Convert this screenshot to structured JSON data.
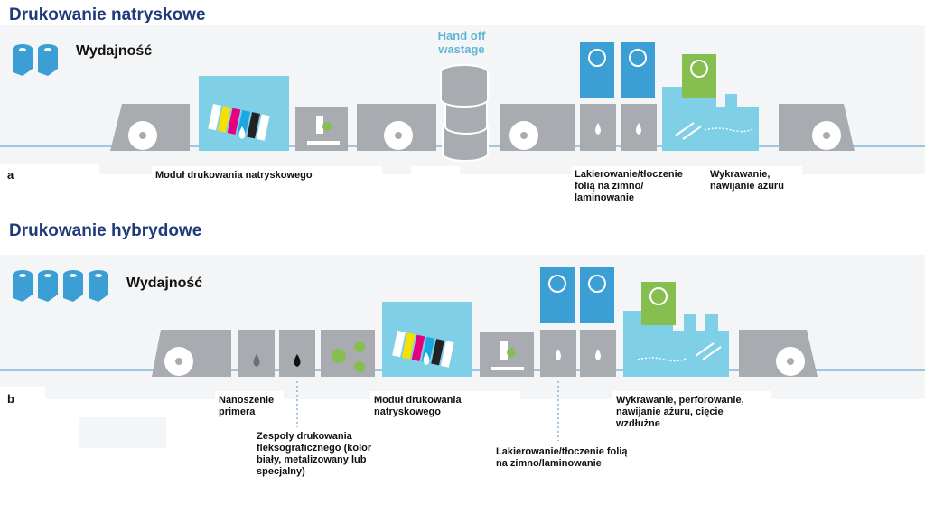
{
  "section_a": {
    "title": "Drukowanie natryskowe",
    "performance_label": "Wydajność",
    "letter": "a",
    "hand_off_line1": "Hand off",
    "hand_off_line2": "wastage",
    "labels": {
      "inkjet_module": "Moduł drukowania natryskowego",
      "varnish": "Lakierowanie/tłoczenie folią na zimno/ laminowanie",
      "diecut": "Wykrawanie, nawijanie ażuru"
    }
  },
  "section_b": {
    "title": "Drukowanie hybrydowe",
    "performance_label": "Wydajność",
    "letter": "b",
    "labels": {
      "primer": "Nanoszenie primera",
      "flexo": "Zespoły drukowania fleksograficznego (kolor biały, metalizowany lub specjalny)",
      "inkjet_module": "Moduł drukowania natryskowego",
      "varnish": "Lakierowanie/tłoczenie folią na zimno/laminowanie",
      "diecut": "Wykrawanie, perforowanie, nawijanie ażuru, cięcie wzdłużne"
    }
  },
  "colors": {
    "title": "#1f3a7a",
    "grey_unit": "#a8abb0",
    "light_blue": "#7fd0e6",
    "dark_blue": "#3b9fd6",
    "green": "#86be4f",
    "web_line": "#9fc6e2"
  }
}
